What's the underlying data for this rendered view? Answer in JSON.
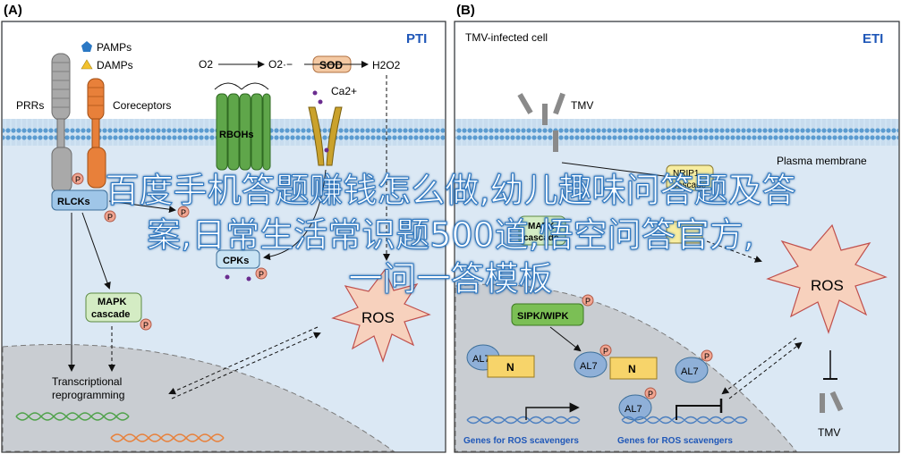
{
  "panel_a": {
    "label": "(A)",
    "title": "PTI",
    "legend": {
      "pamps": "PAMPs",
      "damps": "DAMPs"
    },
    "prrs": "PRRs",
    "coreceptors": "Coreceptors",
    "rbohs": "RBOHs",
    "o2": "O2",
    "o2_radical": "O2·−",
    "sod": "SOD",
    "h2o2": "H2O2",
    "ca": "Ca2+",
    "rlcks": "RLCKs",
    "cpks": "CPKs",
    "mapk_line1": "MAPK",
    "mapk_line2": "cascade",
    "ros": "ROS",
    "transcription_line1": "Transcriptional",
    "transcription_line2": "reprogramming",
    "p": "P"
  },
  "panel_b": {
    "label": "(B)",
    "header": "TMV-infected cell",
    "title": "ETI",
    "tmv": "TMV",
    "plasma_membrane": "Plasma membrane",
    "nrip_line1": "NRIP1",
    "nrip_line2": "cascade",
    "mapk_line1": "MAPK",
    "mapk_line2": "cascade",
    "sipk": "SIPK/WIPK",
    "al7": "AL7",
    "n": "N",
    "ros": "ROS",
    "genes1": "Genes for ROS scavengers",
    "genes2": "Genes for ROS scavengers",
    "tmv_bottom": "TMV",
    "p": "P"
  },
  "overlay": {
    "line1": "百度手机答题赚钱怎么做,幼儿趣味问答题及答",
    "line2": "案,日常生活常识题500道,悟空问答官方,",
    "line3": "一问一答模板"
  }
}
